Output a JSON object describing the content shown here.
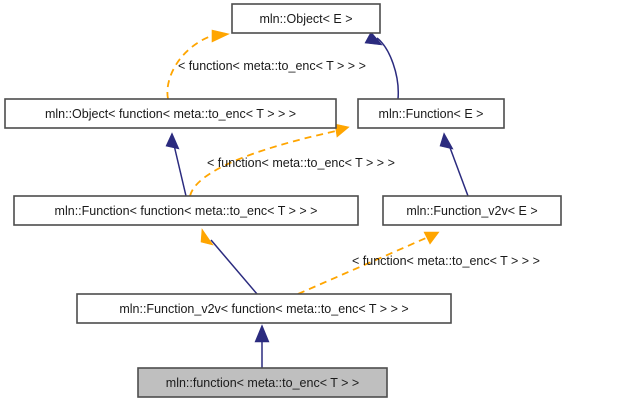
{
  "diagram": {
    "kind": "class-inheritance-graph",
    "colors": {
      "background": "#ffffff",
      "node_fill": "#ffffff",
      "node_fill_current": "#bfbfbf",
      "node_border": "#4d4d4d",
      "inheritance_edge": "#2b2b7f",
      "template_edge": "#ffa500",
      "text": "#1a1a1a"
    },
    "nodes": [
      {
        "id": "object_e",
        "label": "mln::Object< E >"
      },
      {
        "id": "object_fn",
        "label": "mln::Object< function< meta::to_enc< T > > >"
      },
      {
        "id": "function_e",
        "label": "mln::Function< E >"
      },
      {
        "id": "function_fn",
        "label": "mln::Function< function< meta::to_enc< T > > >"
      },
      {
        "id": "function_v2v_e",
        "label": "mln::Function_v2v< E >"
      },
      {
        "id": "function_v2v_fn",
        "label": "mln::Function_v2v< function< meta::to_enc< T > > >"
      },
      {
        "id": "function_current",
        "label": "mln::function< meta::to_enc< T > >"
      }
    ],
    "edge_labels": {
      "object_fn_to_object_e": "< function< meta::to_enc< T > > >",
      "function_fn_to_function_e": "< function< meta::to_enc< T > > >",
      "function_v2v_fn_to_function_v2v_e": "< function< meta::to_enc< T > > >"
    }
  }
}
